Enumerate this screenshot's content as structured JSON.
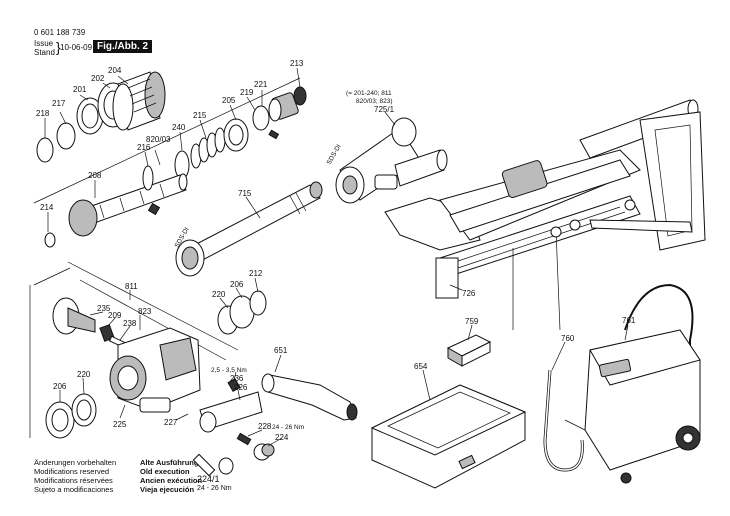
{
  "header": {
    "part_number": "0 601 188 739",
    "issue_label": "Issue",
    "stand_label": "Stand",
    "issue_date": "10-06-09",
    "figure_label": "Fig./Abb. 2"
  },
  "footer": {
    "notes": [
      "Änderungen vorbehalten",
      "Modifications reserved",
      "Modifications réservées",
      "Sujeto a modificaciones"
    ],
    "old_execution": [
      "Alte Ausführung",
      "Old execution",
      "Ancien exécution",
      "Vieja ejecución"
    ],
    "old_part": "224/1",
    "old_torque": "24 - 26 Nm"
  },
  "callouts": {
    "c213": "213",
    "c204": "204",
    "c202": "202",
    "c201": "201",
    "c217": "217",
    "c218": "218",
    "c221": "221",
    "c219": "219",
    "c205": "205",
    "c215": "215",
    "c240": "240",
    "c820_03": "820/03",
    "c216": "216",
    "c208": "208",
    "c214": "214",
    "c715": "715",
    "c725_1": "725/1",
    "c725_note": "(= 201-240; 811",
    "c725_note2": "820/03; 823)",
    "c726": "726",
    "c811": "811",
    "c235": "235",
    "c209": "209",
    "c823": "823",
    "c238": "238",
    "c220a": "220",
    "c206a": "206",
    "c212": "212",
    "c651": "651",
    "c236": "236",
    "c226": "226",
    "c206b": "206",
    "c220b": "220",
    "c225": "225",
    "c227": "227",
    "c228": "228",
    "c224": "224",
    "c759": "759",
    "c760": "760",
    "c761": "761",
    "c654": "654",
    "torque_236": "2,5 - 3,5 Nm",
    "torque_224": "24 - 26 Nm",
    "sds_di_1": "SDS-DI",
    "sds_di_2": "SDS-DI"
  }
}
